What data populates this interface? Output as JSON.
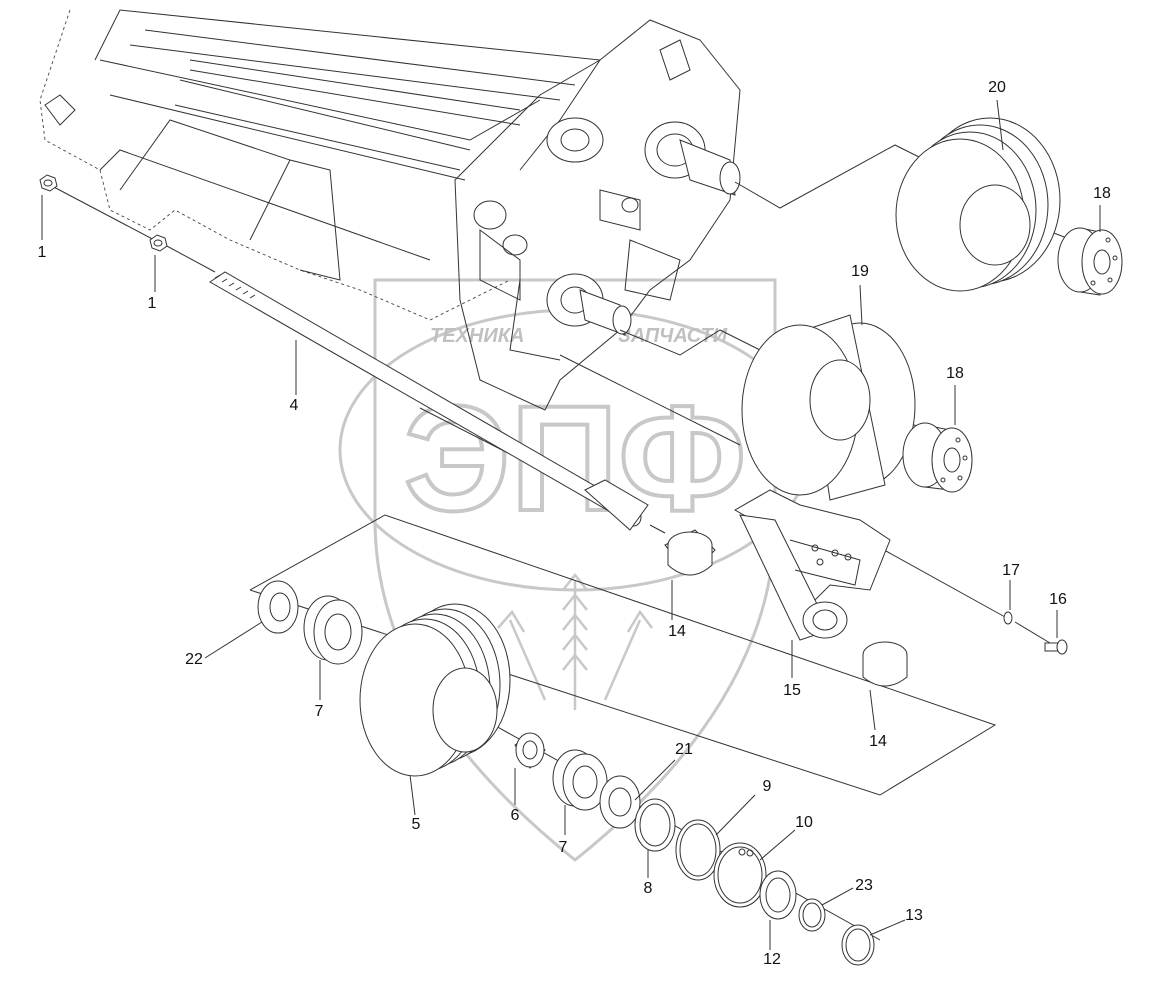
{
  "watermark": {
    "top_text_left": "ТЕХНИКА",
    "top_text_right": "ЗАПЧАСТИ",
    "big_text": "ЭПФ"
  },
  "callouts": [
    {
      "id": "nut-top",
      "label": "1"
    },
    {
      "id": "nut-second",
      "label": "1"
    },
    {
      "id": "shaft",
      "label": "4"
    },
    {
      "id": "pulley-front",
      "label": "5"
    },
    {
      "id": "sleeve",
      "label": "6"
    },
    {
      "id": "bearing-left",
      "label": "7"
    },
    {
      "id": "bearing-right",
      "label": "7"
    },
    {
      "id": "washer-8",
      "label": "8"
    },
    {
      "id": "ring-9",
      "label": "9"
    },
    {
      "id": "snap-ring-10",
      "label": "10"
    },
    {
      "id": "ring-12",
      "label": "12"
    },
    {
      "id": "snap-ring-13",
      "label": "13"
    },
    {
      "id": "bushing-upper",
      "label": "14"
    },
    {
      "id": "bushing-lower",
      "label": "14"
    },
    {
      "id": "tension-arm",
      "label": "15"
    },
    {
      "id": "bolt",
      "label": "16"
    },
    {
      "id": "washer-17",
      "label": "17"
    },
    {
      "id": "taper-lock-upper",
      "label": "18"
    },
    {
      "id": "taper-lock-lower",
      "label": "18"
    },
    {
      "id": "idler-pulley",
      "label": "19"
    },
    {
      "id": "pulley-upper",
      "label": "20"
    },
    {
      "id": "washer-21",
      "label": "21"
    },
    {
      "id": "seal-22",
      "label": "22"
    },
    {
      "id": "ring-23",
      "label": "23"
    }
  ]
}
